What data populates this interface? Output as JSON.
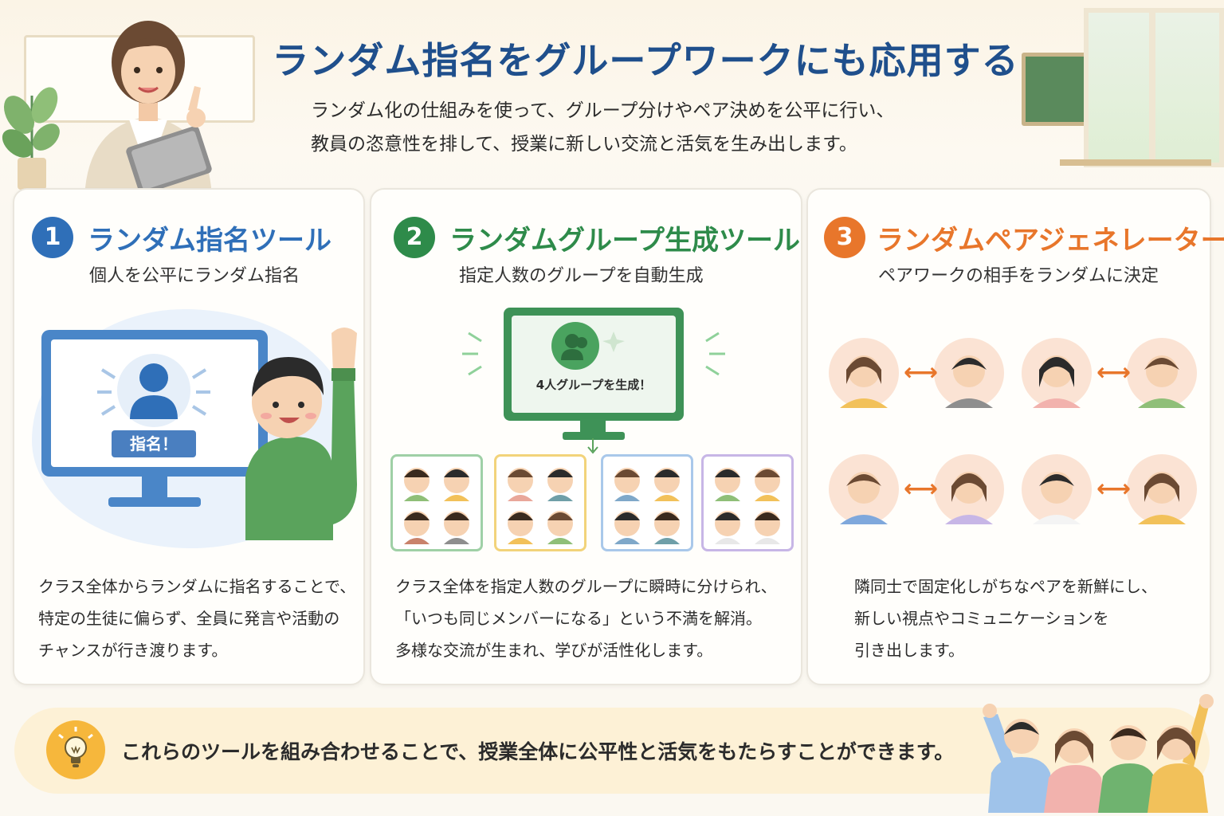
{
  "header": {
    "title": "ランダム指名をグループワークにも応用する",
    "subtitle_lines": [
      "ランダム化の仕組みを使って、グループ分けやペア決めを公平に行い、",
      "教員の恣意性を排して、授業に新しい交流と活気を生み出します。"
    ]
  },
  "cards": [
    {
      "number": "1",
      "title": "ランダム指名ツール",
      "subtitle": "個人を公平にランダム指名",
      "color": "#2f6fb8",
      "badge": "指名！",
      "description": [
        "クラス全体からランダムに指名することで、",
        "特定の生徒に偏らず、全員に発言や活動の",
        "チャンスが行き渡ります。"
      ]
    },
    {
      "number": "2",
      "title": "ランダムグループ生成ツール",
      "subtitle": "指定人数のグループを自動生成",
      "color": "#2e8b4a",
      "screen_label": "4人グループを生成！",
      "description": [
        "クラス全体を指定人数のグループに瞬時に分けられ、",
        "「いつも同じメンバーになる」という不満を解消。",
        "多様な交流が生まれ、学びが活性化します。"
      ]
    },
    {
      "number": "3",
      "title": "ランダムペアジェネレーター",
      "subtitle": "ペアワークの相手をランダムに決定",
      "color": "#e8762b",
      "arrow": "⟷",
      "description": [
        "隣同士で固定化しがちなペアを新鮮にし、",
        "新しい視点やコミュニケーションを",
        "引き出します。"
      ]
    }
  ],
  "banner": {
    "text": "これらのツールを組み合わせることで、授業全体に公平性と活気をもたらすことができます。",
    "icon": "lightbulb-icon"
  },
  "colors": {
    "title_blue": "#1f4f8c",
    "tool1_blue": "#2f6fb8",
    "tool2_green": "#2e8b4a",
    "tool3_orange": "#e8762b",
    "banner_bg": "#fdf1d6",
    "bulb_yellow": "#f6b73c"
  }
}
